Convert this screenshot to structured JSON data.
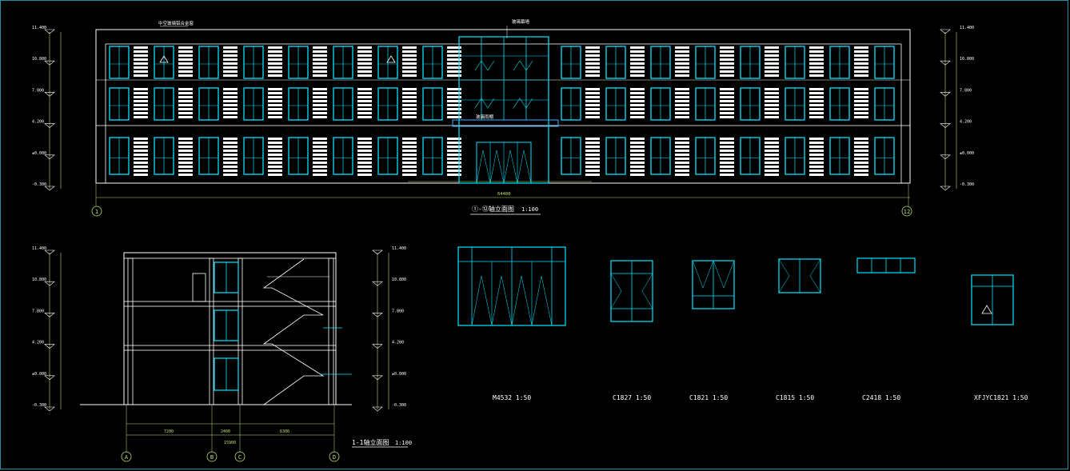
{
  "front_elevation": {
    "title": "①-⑫轴立面图",
    "scale": "1:100",
    "axis_left": "1",
    "axis_right": "12",
    "left_levels": [
      "11.400",
      "10.800",
      "7.800",
      "4.200",
      "±0.000",
      "-0.300"
    ],
    "right_levels": [
      "11.400",
      "10.800",
      "7.800",
      "4.200",
      "±0.000",
      "-0.300"
    ],
    "total_dim": "64400",
    "callout_curtain": "玻璃幕墙",
    "callout_glass": "中空玻璃铝合金窗",
    "callout_canopy": "玻璃雨棚"
  },
  "section": {
    "title": "1-1轴立面图",
    "scale": "1:100",
    "axes": [
      "A",
      "B",
      "C",
      "D"
    ],
    "left_levels": [
      "11.400",
      "10.800",
      "7.800",
      "4.200",
      "±0.000",
      "-0.300"
    ],
    "right_levels": [
      "11.400",
      "10.800",
      "7.800",
      "4.200",
      "±0.000",
      "-0.300"
    ],
    "dims_bottom": [
      "7200",
      "2400",
      "6300"
    ],
    "total_dim": "15900"
  },
  "windows": [
    {
      "code": "M4532",
      "scale": "1:50"
    },
    {
      "code": "C1827",
      "scale": "1:50"
    },
    {
      "code": "C1821",
      "scale": "1:50"
    },
    {
      "code": "C1815",
      "scale": "1:50"
    },
    {
      "code": "C2418",
      "scale": "1:50"
    },
    {
      "code": "XFJYC1821",
      "scale": "1:50"
    }
  ],
  "colors": {
    "line": "#ffffff",
    "window": "#00e5ff",
    "dimension": "#b8e070",
    "accent": "#3cb0ff",
    "frame": "#2a8fa0"
  }
}
